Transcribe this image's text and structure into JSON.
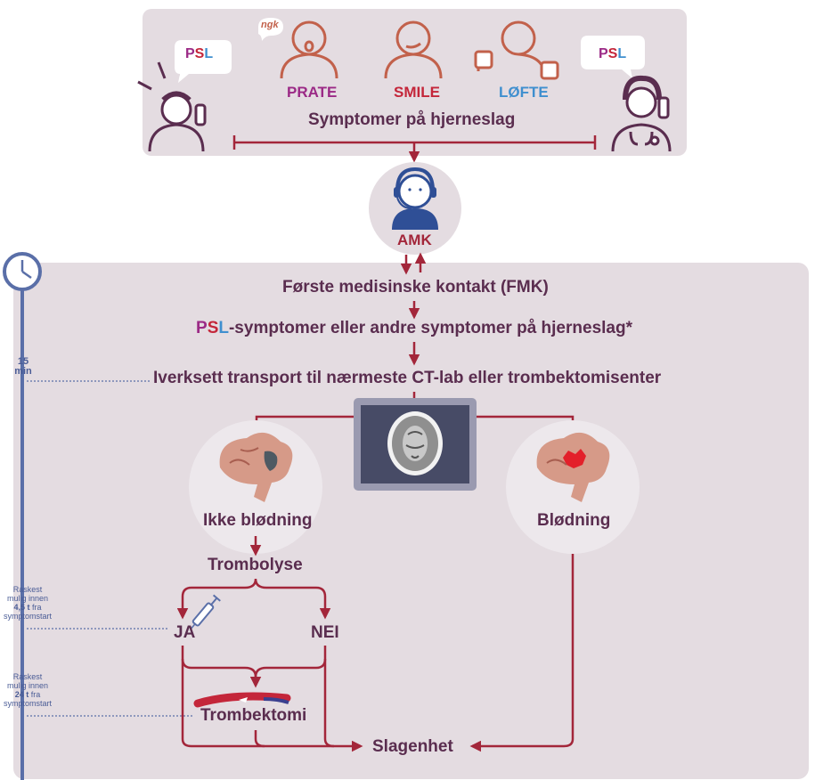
{
  "top": {
    "psl_left": {
      "p": "P",
      "s": "S",
      "l": "L"
    },
    "psl_right": {
      "p": "P",
      "s": "S",
      "l": "L"
    },
    "prate": "PRATE",
    "smile": "SMILE",
    "lofte": "LØFTE",
    "speech_doodle": "ngk",
    "title": "Symptomer på hjerneslag"
  },
  "amk": "AMK",
  "flow": {
    "fmk": "Første medisinske kontakt (FMK)",
    "psl_prefix_p": "P",
    "psl_prefix_s": "S",
    "psl_prefix_l": "L",
    "psl_rest": "-symptomer eller andre symptomer på hjerneslag*",
    "transport": "Iverksett transport til nærmeste CT-lab eller trombektomisenter",
    "ikke_blodning": "Ikke blødning",
    "blodning": "Blødning",
    "trombolyse": "Trombolyse",
    "ja": "JA",
    "nei": "NEI",
    "trombektomi": "Trombektomi",
    "slagenhet": "Slagenhet"
  },
  "timeline": {
    "m15_num": "15",
    "m15_unit": "min",
    "t45_line1": "Raskest",
    "t45_line2": "mulig innen",
    "t45_bold": "4,5 t",
    "t45_tail": "fra",
    "t45_line4": "symptomstart",
    "t24_line1": "Raskest",
    "t24_line2": "mulig innen",
    "t24_bold": "24 t",
    "t24_tail": "fra",
    "t24_line4": "symptomstart"
  },
  "colors": {
    "arrow": "#a3263a",
    "text_dark": "#5a2d4f",
    "timeline": "#5a6fa8",
    "panel": "#e4dce1",
    "p": "#9b2a86",
    "s": "#c4263a",
    "l": "#3f8fcf"
  }
}
